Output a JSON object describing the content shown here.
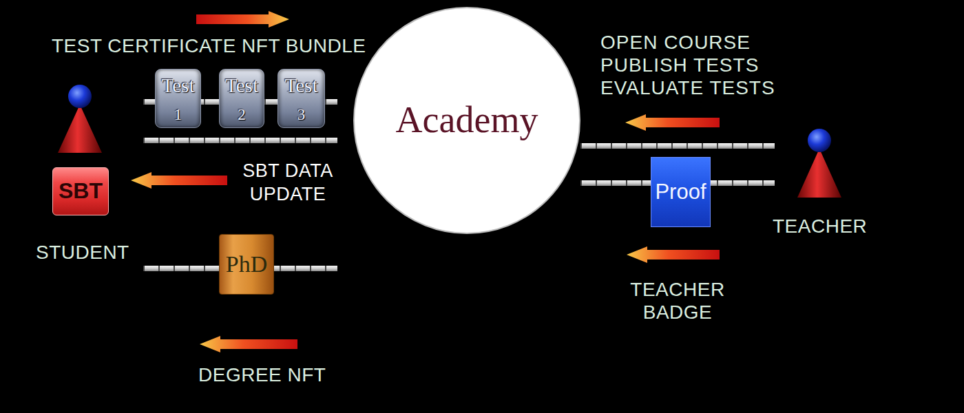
{
  "diagram": {
    "nodes": [
      {
        "text": [
          "Academy"
        ]
      },
      {
        "text": [
          "Test",
          "1"
        ]
      },
      {
        "text": [
          "Test",
          "2"
        ]
      },
      {
        "text": [
          "Test",
          "3"
        ]
      },
      {
        "text": [
          "Proof"
        ]
      },
      {
        "text": [
          "SBT"
        ]
      },
      {
        "text": [
          "PhD"
        ]
      }
    ],
    "labels": [
      "TEST CERTIFICATE NFT BUNDLE",
      "OPEN COURSE",
      "PUBLISH TESTS",
      "EVALUATE TESTS",
      "SBT DATA UPDATE",
      "STUDENT",
      "TEACHER",
      "TEACHER BADGE",
      "DEGREE NFT"
    ]
  }
}
